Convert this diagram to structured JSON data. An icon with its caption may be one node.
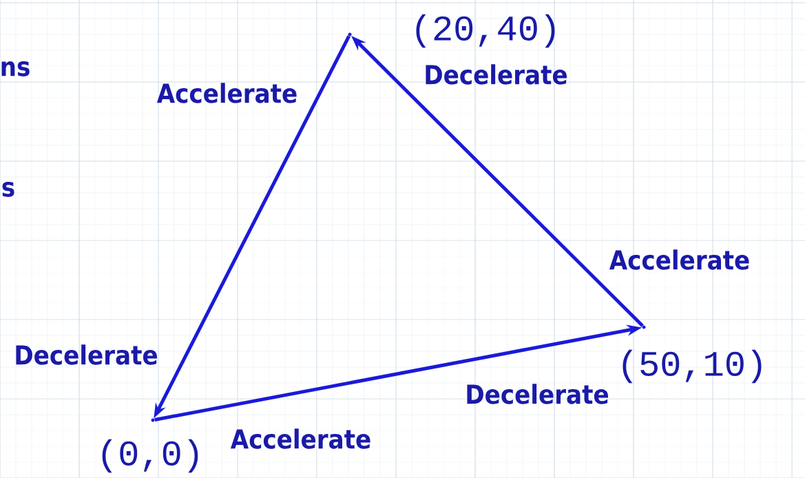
{
  "diagram": {
    "nodes": [
      {
        "text": [
          "(20,40)"
        ]
      },
      {
        "text": [
          "(50,10)"
        ]
      },
      {
        "text": [
          "(0,0)"
        ]
      }
    ],
    "edges": [
      {
        "from": 2,
        "to": 1,
        "arrow": "to"
      },
      {
        "from": 1,
        "to": 0,
        "arrow": "to"
      },
      {
        "from": 0,
        "to": 2,
        "arrow": "to"
      }
    ],
    "labels": [
      "ns",
      "Decelerate",
      "Accelerate",
      "s",
      "Accelerate",
      "Decelerate",
      "Decelerate",
      "Accelerate"
    ]
  }
}
